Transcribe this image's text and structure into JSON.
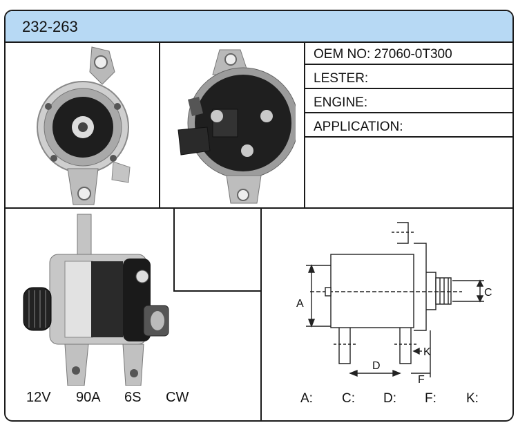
{
  "part_number": "232-263",
  "info": {
    "oem_label": "OEM NO:",
    "oem_value": "27060-0T300",
    "lester_label": "LESTER:",
    "lester_value": "",
    "engine_label": "ENGINE:",
    "engine_value": "",
    "application_label": "APPLICATION:",
    "application_value": ""
  },
  "specs": {
    "voltage": "12V",
    "amperage": "90A",
    "pulley": "6S",
    "rotation": "CW"
  },
  "dimensions": {
    "labels": [
      "A:",
      "C:",
      "D:",
      "F:",
      "K:"
    ],
    "drawing_marks": {
      "a": "A",
      "c": "C",
      "d": "D",
      "f": "F",
      "k": "K"
    }
  }
}
